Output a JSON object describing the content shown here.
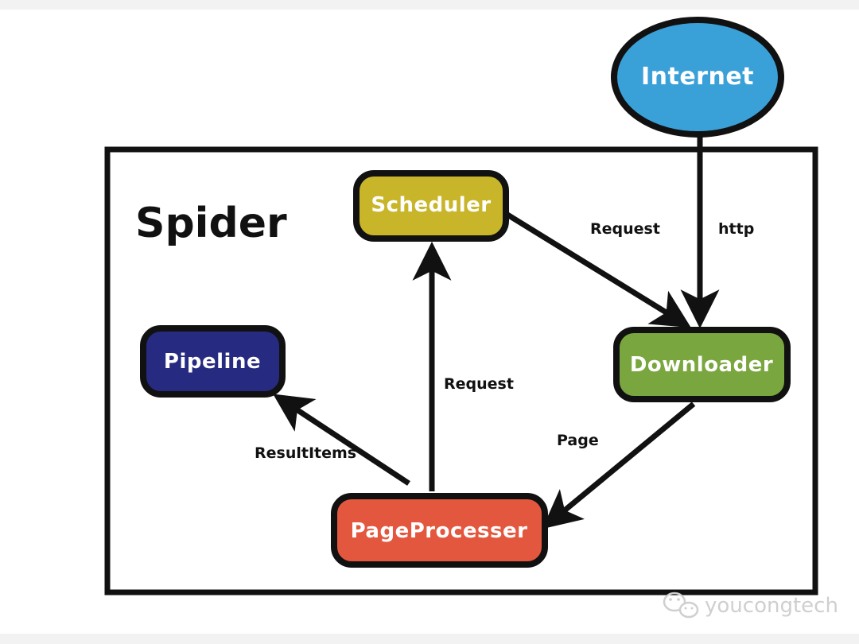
{
  "diagram": {
    "title": "Spider",
    "nodes": {
      "internet": "Internet",
      "scheduler": "Scheduler",
      "downloader": "Downloader",
      "pipeline": "Pipeline",
      "pageprocesser": "PageProcesser"
    },
    "edges": {
      "scheduler_to_downloader": "Request",
      "internet_to_downloader": "http",
      "pageprocesser_to_scheduler": "Request",
      "downloader_to_pageprocesser": "Page",
      "pageprocesser_to_pipeline": "ResultItems"
    },
    "colors": {
      "internet": "#3aa0d8",
      "scheduler": "#c9b52a",
      "downloader": "#7aa63f",
      "pipeline": "#262a80",
      "pageprocesser": "#e4573f"
    }
  },
  "watermark": "youcongtech"
}
